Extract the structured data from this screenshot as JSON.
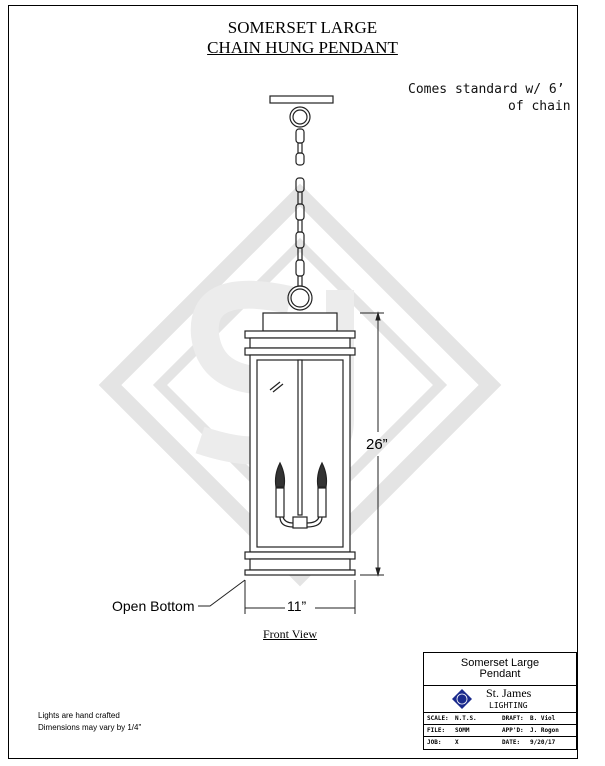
{
  "title": {
    "line1": "SOMERSET LARGE",
    "line2": "CHAIN HUNG PENDANT"
  },
  "note": {
    "line1": "Comes standard w/ 6’",
    "line2": "of chain"
  },
  "dimensions": {
    "height": "26”",
    "width": "11”"
  },
  "callout": {
    "open_bottom": "Open Bottom"
  },
  "view_label": "Front View",
  "footer": {
    "line1": "Lights are hand crafted",
    "line2": "Dimensions may vary by 1/4\""
  },
  "title_block": {
    "product_line1": "Somerset Large",
    "product_line2": "Pendant",
    "company": "St. James",
    "company_sub": "LIGHTING",
    "logo_text": "StJ",
    "scale_label": "SCALE:",
    "scale": "N.T.S.",
    "draft_label": "DRAFT:",
    "draft": "B. Viol",
    "file_label": "FILE:",
    "file": "SOMM",
    "appd_label": "APP'D:",
    "appd": "J. Rogon",
    "job_label": "JOB:",
    "job": "X",
    "date_label": "DATE:",
    "date": "9/20/17"
  },
  "watermark": "SJ",
  "colors": {
    "logo": "#1a2a8c",
    "watermark": "#e6e6e6"
  }
}
